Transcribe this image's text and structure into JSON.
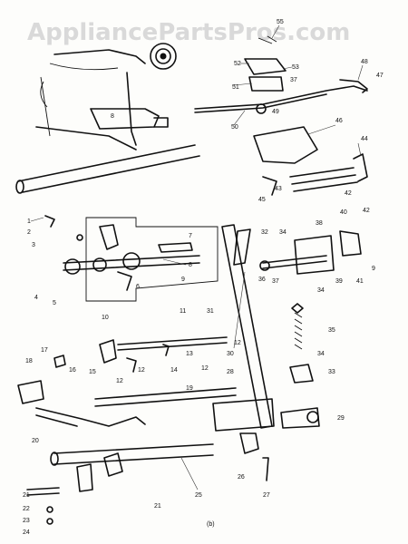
{
  "watermark": "AppliancePartsPros.com",
  "footer_mark": "(b)",
  "labels": [
    {
      "id": "l55",
      "text": "55"
    },
    {
      "id": "l52",
      "text": "52"
    },
    {
      "id": "l53",
      "text": "53"
    },
    {
      "id": "l51",
      "text": "51"
    },
    {
      "id": "l37t",
      "text": "37"
    },
    {
      "id": "l49",
      "text": "49"
    },
    {
      "id": "l48",
      "text": "48"
    },
    {
      "id": "l47",
      "text": "47"
    },
    {
      "id": "l50",
      "text": "50"
    },
    {
      "id": "l46",
      "text": "46"
    },
    {
      "id": "l44",
      "text": "44"
    },
    {
      "id": "l42t",
      "text": "42"
    },
    {
      "id": "l43",
      "text": "43"
    },
    {
      "id": "l45",
      "text": "45"
    },
    {
      "id": "l1",
      "text": "1"
    },
    {
      "id": "l2",
      "text": "2"
    },
    {
      "id": "l3",
      "text": "3"
    },
    {
      "id": "l4",
      "text": "4"
    },
    {
      "id": "l5",
      "text": "5"
    },
    {
      "id": "l6",
      "text": "6"
    },
    {
      "id": "l7",
      "text": "7"
    },
    {
      "id": "l8",
      "text": "8"
    },
    {
      "id": "l9",
      "text": "9"
    },
    {
      "id": "l10",
      "text": "10"
    },
    {
      "id": "l11",
      "text": "11"
    },
    {
      "id": "l12a",
      "text": "12"
    },
    {
      "id": "l13",
      "text": "13"
    },
    {
      "id": "l14",
      "text": "14"
    },
    {
      "id": "l15",
      "text": "15"
    },
    {
      "id": "l16",
      "text": "16"
    },
    {
      "id": "l17",
      "text": "17"
    },
    {
      "id": "l18",
      "text": "18"
    },
    {
      "id": "l19",
      "text": "19"
    },
    {
      "id": "l20",
      "text": "20"
    },
    {
      "id": "l21a",
      "text": "21"
    },
    {
      "id": "l21b",
      "text": "21"
    },
    {
      "id": "l22",
      "text": "22"
    },
    {
      "id": "l23",
      "text": "23"
    },
    {
      "id": "l24",
      "text": "24"
    },
    {
      "id": "l25",
      "text": "25"
    },
    {
      "id": "l26",
      "text": "26"
    },
    {
      "id": "l27",
      "text": "27"
    },
    {
      "id": "l28",
      "text": "28"
    },
    {
      "id": "l29",
      "text": "29"
    },
    {
      "id": "l30",
      "text": "30"
    },
    {
      "id": "l31",
      "text": "31"
    },
    {
      "id": "l32",
      "text": "32"
    },
    {
      "id": "l33",
      "text": "33"
    },
    {
      "id": "l34a",
      "text": "34"
    },
    {
      "id": "l34b",
      "text": "34"
    },
    {
      "id": "l34c",
      "text": "34"
    },
    {
      "id": "l35",
      "text": "35"
    },
    {
      "id": "l36",
      "text": "36"
    },
    {
      "id": "l37b",
      "text": "37"
    },
    {
      "id": "l38",
      "text": "38"
    },
    {
      "id": "l39",
      "text": "39"
    },
    {
      "id": "l40",
      "text": "40"
    },
    {
      "id": "l41",
      "text": "41"
    },
    {
      "id": "l42b",
      "text": "42"
    },
    {
      "id": "l12b",
      "text": "12"
    },
    {
      "id": "l12c",
      "text": "12"
    },
    {
      "id": "l12d",
      "text": "12"
    },
    {
      "id": "l8b",
      "text": "8"
    },
    {
      "id": "l9b",
      "text": "9"
    }
  ]
}
